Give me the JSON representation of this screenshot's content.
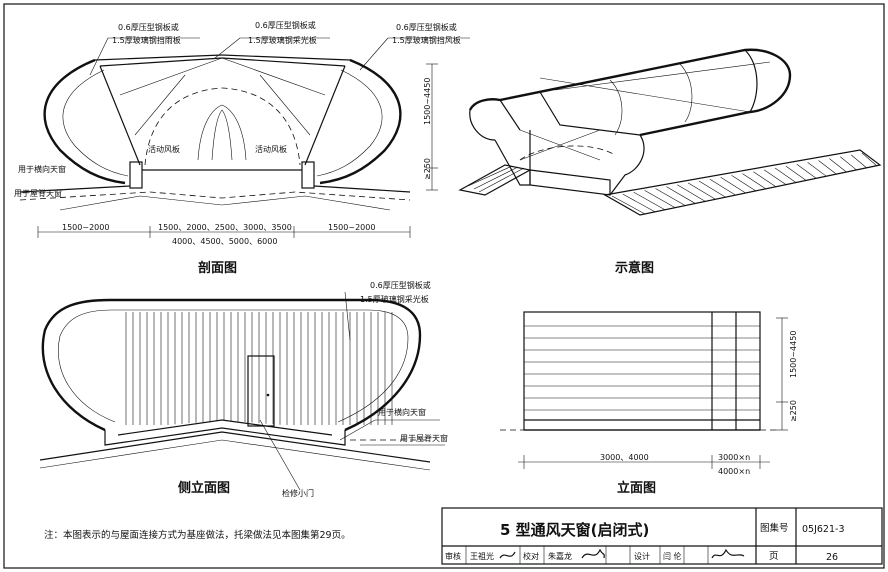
{
  "section_view": {
    "caption": "剖面图",
    "callouts": [
      {
        "line1": "0.6厚压型钢板或",
        "line2": "1.5厚玻璃钢挡雨板"
      },
      {
        "line1": "0.6厚压型钢板或",
        "line2": "1.5厚玻璃钢采光板"
      },
      {
        "line1": "0.6厚压型钢板或",
        "line2": "1.5厚玻璃钢挡风板"
      }
    ],
    "damper_left": "活动风板",
    "damper_right": "活动风板",
    "label_transverse": "用于横向天窗",
    "label_ridge": "用于屋脊天窗",
    "height_dim": "1500~4450",
    "base_dim": "≥250",
    "dim_left": "1500~2000",
    "dim_mid_1": "1500、2000、2500、3000、3500",
    "dim_mid_2": "4000、4500、5000、6000",
    "dim_right": "1500~2000"
  },
  "perspective_view": {
    "caption": "示意图"
  },
  "side_view": {
    "caption": "侧立面图",
    "callout_line1": "0.6厚压型钢板或",
    "callout_line2": "1.5厚玻璃钢采光板",
    "label_transverse": "用于横向天窗",
    "label_ridge": "用于屋脊天窗",
    "door_label": "检修小门"
  },
  "elevation_view": {
    "caption": "立面图",
    "height_dim": "1500~4450",
    "base_dim": "≥250",
    "dim_main": "3000、4000",
    "dim_right_1": "3000×n",
    "dim_right_2": "4000×n"
  },
  "note": "注：本图表示的与屋面连接方式为基座做法，托梁做法见本图集第29页。",
  "title_block": {
    "title": "5 型通风天窗(启闭式)",
    "atlas_label": "图集号",
    "atlas_no": "05J621-3",
    "page_label": "页",
    "page_no": "26",
    "review_label": "审核",
    "review_name": "王祖光",
    "check_label": "校对",
    "check_name": "朱嘉龙",
    "design_label": "设计",
    "design_name": "闫 伦"
  }
}
